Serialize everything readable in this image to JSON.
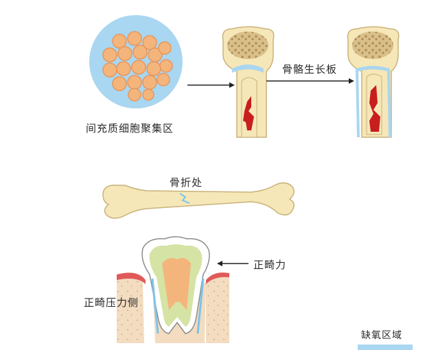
{
  "labels": {
    "mesenchymal": "间充质细胞聚集区",
    "growth_plate": "骨骼生长板",
    "fracture_site": "骨折处",
    "orthodontic_force": "正畸力",
    "pressure_side": "正畸压力侧",
    "hypoxia_area": "缺氧区域"
  },
  "colors": {
    "cell_cluster_bg": "#a9d6f0",
    "cell": "#f4b57c",
    "bone": "#f6e7b8",
    "bone_outline": "#c9b27a",
    "marrow": "#c81e1e",
    "hypoxia": "#a9d6f0",
    "gum": "#e05a5a",
    "bone_tissue": "#f3dcc0"
  }
}
